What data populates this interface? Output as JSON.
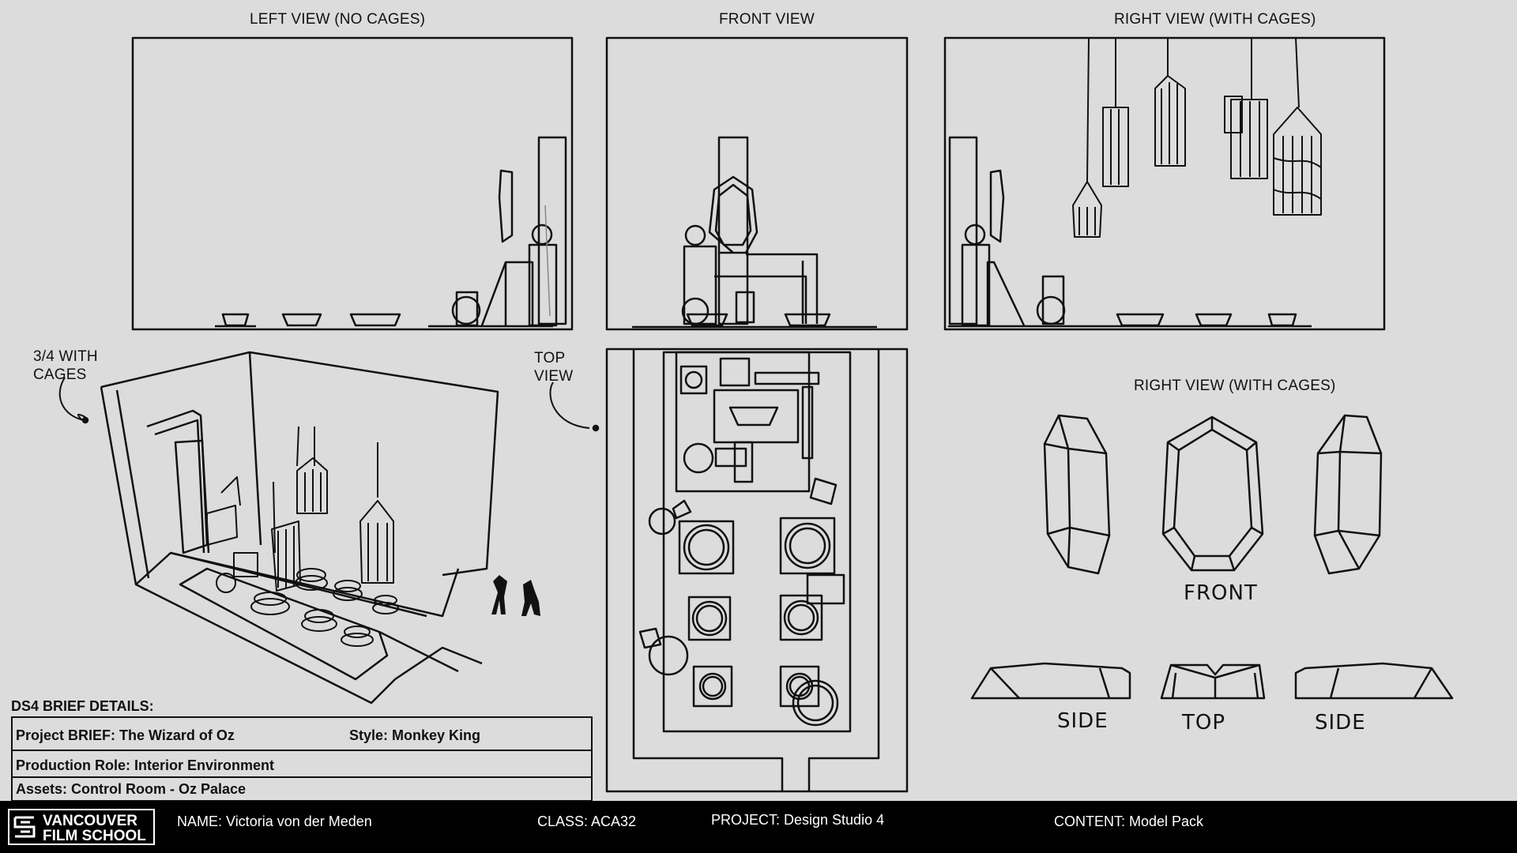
{
  "views": {
    "left_title": "LEFT VIEW (NO CAGES)",
    "front_title": "FRONT VIEW",
    "right_title": "RIGHT VIEW (WITH CAGES)",
    "three_quarter_title": "3/4 WITH\nCAGES",
    "top_title": "TOP\nVIEW",
    "gem_title": "RIGHT VIEW (WITH CAGES)"
  },
  "gem_labels": {
    "front": "FRONT",
    "side_left": "SIDE",
    "top": "TOP",
    "side_right": "SIDE"
  },
  "brief": {
    "title": "DS4 BRIEF DETAILS:",
    "project": "Project BRIEF: The Wizard of Oz",
    "style": "Style: Monkey King",
    "role": "Production Role: Interior Environment",
    "assets": "Assets: Control Room - Oz Palace"
  },
  "footer": {
    "logo_line1": "VANCOUVER",
    "logo_line2": "FILM SCHOOL",
    "name": "NAME: Victoria von der Meden",
    "class": "CLASS: ACA32",
    "project": "PROJECT: Design Studio 4",
    "content": "CONTENT: Model Pack"
  }
}
